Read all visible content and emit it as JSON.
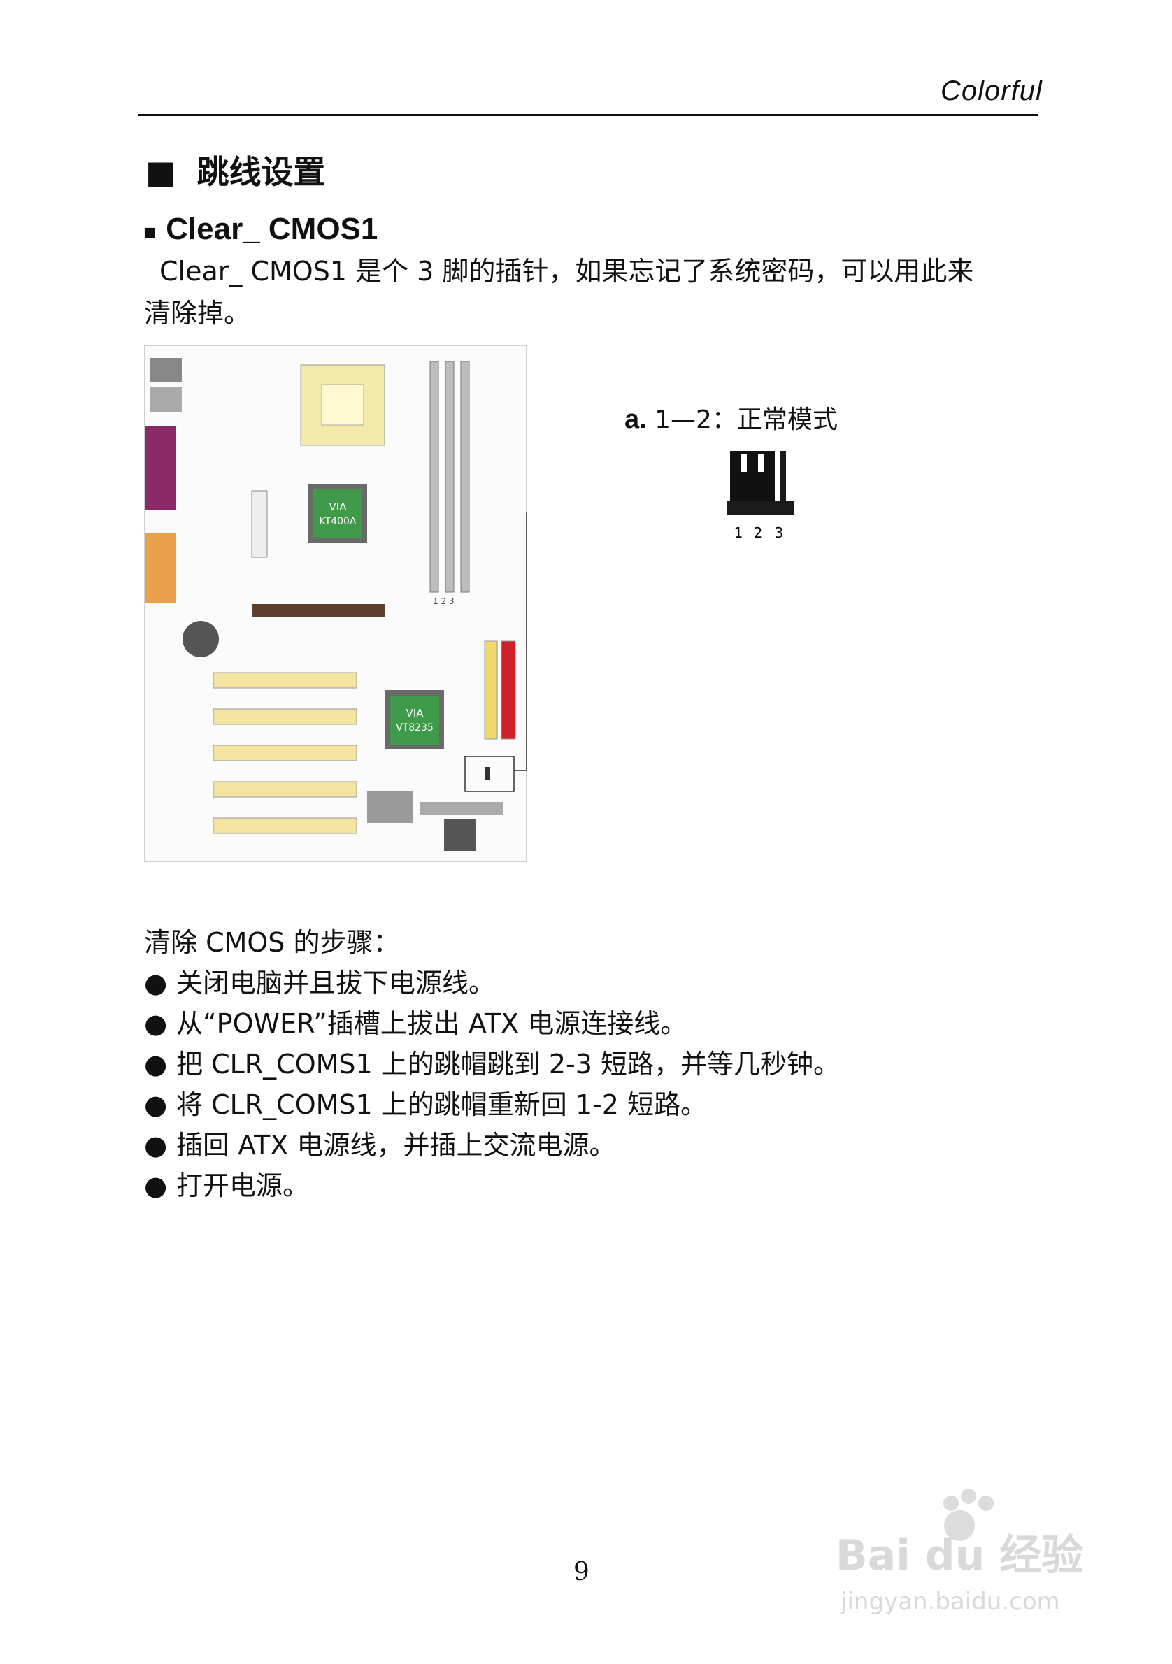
{
  "header": {
    "brand": "Colorful"
  },
  "section": {
    "marker": "■",
    "title": "跳线设置"
  },
  "subsection": {
    "marker": "■",
    "title": "Clear_ CMOS1"
  },
  "paragraph": {
    "line1": "Clear_ CMOS1 是个 3 脚的插针，如果忘记了系统密码，可以用此来",
    "line2": "清除掉。"
  },
  "figure": {
    "chips": [
      {
        "line1": "VIA",
        "line2": "KT400A"
      },
      {
        "line1": "VIA",
        "line2": "VT8235"
      }
    ],
    "pins_label": "1 2 3"
  },
  "mode": {
    "prefix": "a.",
    "text": "1—2：正常模式"
  },
  "jumper": {
    "pins": [
      "1",
      "2",
      "3"
    ]
  },
  "steps": {
    "title": "清除 CMOS 的步骤：",
    "bullet": "●",
    "items": [
      "关闭电脑并且拔下电源线。",
      "从“POWER”插槽上拔出 ATX  电源连接线。",
      "把 CLR_COMS1 上的跳帽跳到 2-3 短路，并等几秒钟。",
      "将 CLR_COMS1 上的跳帽重新回 1-2 短路。",
      "插回 ATX 电源线，并插上交流电源。",
      "打开电源。"
    ]
  },
  "page_number": "9",
  "watermark": {
    "brand": "Bai du 经验",
    "url": "jingyan.baidu.com"
  }
}
